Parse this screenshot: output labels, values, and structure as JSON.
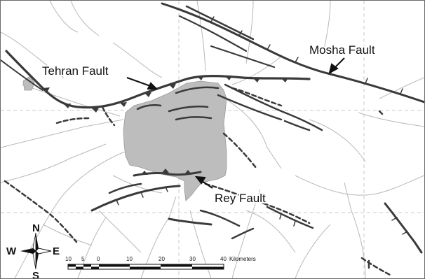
{
  "labels": {
    "tehran_fault": "Tehran Fault",
    "mosha_fault": "Mosha Fault",
    "rey_fault": "Rey Fault"
  },
  "compass": {
    "north": "N",
    "south": "S",
    "east": "E",
    "west": "W"
  },
  "scale_bar": {
    "ticks": [
      "10",
      "5",
      "0",
      "10",
      "20",
      "30",
      "40"
    ],
    "units": "Kilometers"
  },
  "colors": {
    "city_fill": "#bdbdbd",
    "fault_line": "#3a3a3a",
    "road": "#b8b8b8",
    "grid": "#c8c8c8"
  }
}
